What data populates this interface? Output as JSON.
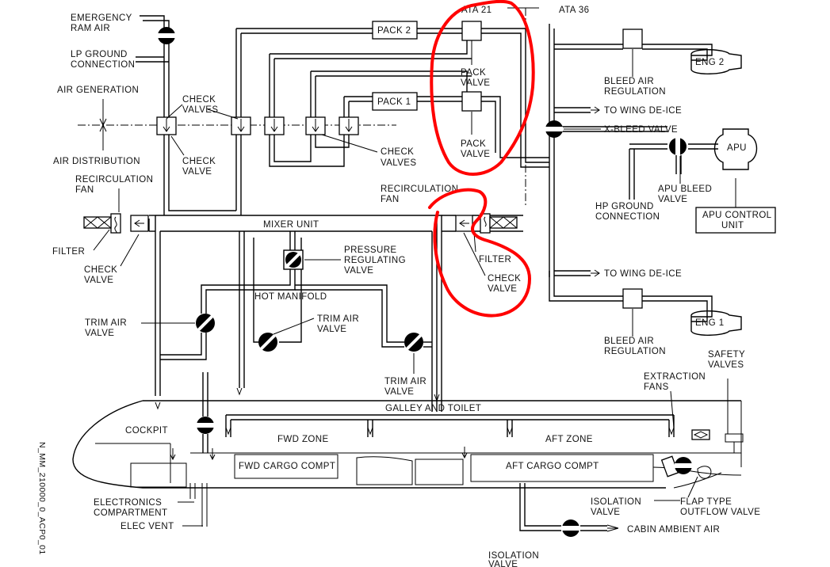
{
  "labels": {
    "emergency_ram_air": [
      "EMERGENCY",
      "RAM AIR"
    ],
    "lp_ground": [
      "LP GROUND",
      "CONNECTION"
    ],
    "air_generation": "AIR GENERATION",
    "air_distribution": "AIR DISTRIBUTION",
    "check_valves_upper": [
      "CHECK",
      "VALVES"
    ],
    "check_valve_a": [
      "CHECK",
      "VALVE"
    ],
    "check_valves_lower": [
      "CHECK",
      "VALVES"
    ],
    "pack_2": "PACK 2",
    "pack_1": "PACK 1",
    "pack_valve_upper": [
      "PACK",
      "VALVE"
    ],
    "pack_valve_lower": [
      "PACK",
      "VALVE"
    ],
    "ata_21": "ATA 21",
    "ata_36": "ATA 36",
    "bleed_air_reg_upper": [
      "BLEED AIR",
      "REGULATION"
    ],
    "bleed_air_reg_lower": [
      "BLEED AIR",
      "REGULATION"
    ],
    "eng_2": "ENG 2",
    "eng_1": "ENG 1",
    "to_wing_deice_upper": "TO WING DE-ICE",
    "to_wing_deice_lower": "TO WING DE-ICE",
    "x_bleed_valve": "X-BLEED VALVE",
    "apu": "APU",
    "apu_bleed_valve": [
      "APU BLEED",
      "VALVE"
    ],
    "hp_ground": [
      "HP GROUND",
      "CONNECTION"
    ],
    "apu_control_unit": [
      "APU CONTROL",
      "UNIT"
    ],
    "recirc_fan_left": [
      "RECIRCULATION",
      "FAN"
    ],
    "recirc_fan_right": [
      "RECIRCULATION",
      "FAN"
    ],
    "filter_left": "FILTER",
    "filter_right": "FILTER",
    "check_valve_left": [
      "CHECK",
      "VALVE"
    ],
    "check_valve_right": [
      "CHECK",
      "VALVE"
    ],
    "mixer_unit": "MIXER UNIT",
    "pressure_reg_valve": [
      "PRESSURE",
      "REGULATING",
      "VALVE"
    ],
    "hot_manifold": "HOT MANIFOLD",
    "trim_air_valve_left": [
      "TRIM AIR",
      "VALVE"
    ],
    "trim_air_valve_mid": [
      "TRIM AIR",
      "VALVE"
    ],
    "trim_air_valve_right": [
      "TRIM AIR",
      "VALVE"
    ],
    "galley_toilet": "GALLEY AND TOILET",
    "cockpit": "COCKPIT",
    "fwd_zone": "FWD ZONE",
    "aft_zone": "AFT ZONE",
    "fwd_cargo": "FWD CARGO COMPT",
    "aft_cargo": "AFT CARGO COMPT",
    "electronics_compartment": [
      "ELECTRONICS",
      "COMPARTMENT"
    ],
    "elec_vent": "ELEC VENT",
    "isolation_valve_mid": [
      "ISOLATION",
      "VALVE"
    ],
    "isolation_valve_bottom": [
      "ISOLATION",
      "VALVE"
    ],
    "cabin_ambient_air": "CABIN AMBIENT AIR",
    "flap_outflow": [
      "FLAP TYPE",
      "OUTFLOW VALVE"
    ],
    "extraction_fans": [
      "EXTRACTION",
      "FANS"
    ],
    "safety_valves": [
      "SAFETY",
      "VALVES"
    ],
    "side_code": "N_MM_210000_0_ACP0_01"
  },
  "colors": {
    "line": "#000000",
    "annotation": "#ff0000",
    "background": "#ffffff"
  }
}
